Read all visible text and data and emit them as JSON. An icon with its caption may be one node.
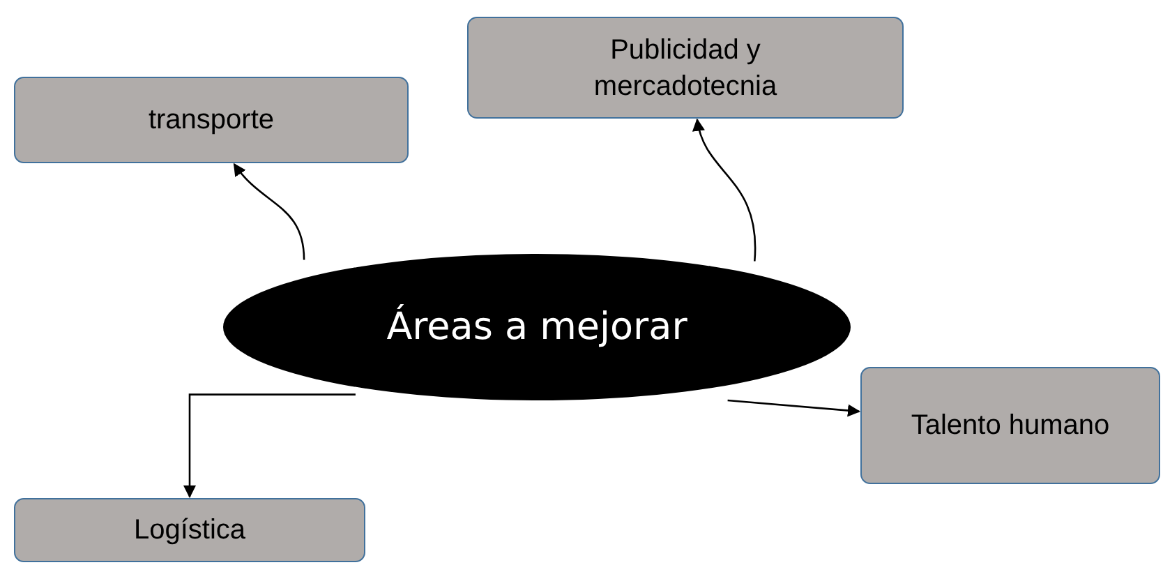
{
  "diagram": {
    "nodes": [
      {
        "text": [
          "Áreas a mejorar"
        ]
      },
      {
        "text": [
          "transporte"
        ]
      },
      {
        "text": [
          "Publicidad y mercadotecnia"
        ]
      },
      {
        "text": [
          "Talento humano"
        ]
      },
      {
        "text": [
          "Logística"
        ]
      }
    ],
    "edges": [
      {
        "from": 0,
        "to": 1,
        "arrow": "to"
      },
      {
        "from": 0,
        "to": 2,
        "arrow": "to"
      },
      {
        "from": 0,
        "to": 3,
        "arrow": "to"
      },
      {
        "from": 0,
        "to": 4,
        "arrow": "to"
      }
    ]
  }
}
